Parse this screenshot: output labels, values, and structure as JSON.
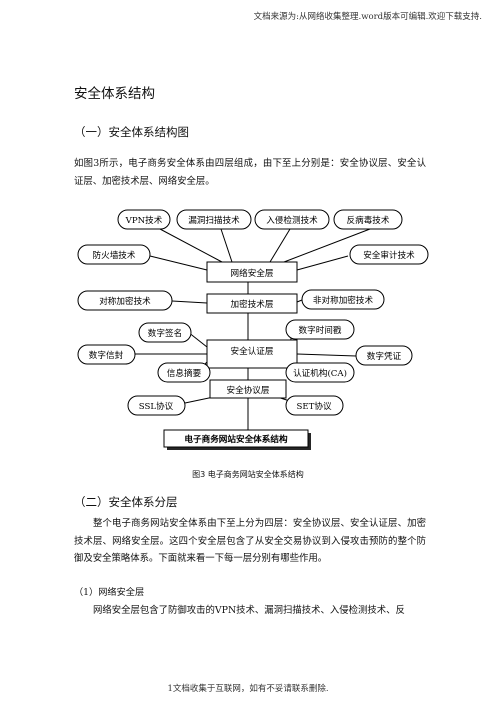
{
  "header_note": "文档来源为:从网络收集整理.word版本可编辑.欢迎下载支持.",
  "title": "安全体系结构",
  "section1": {
    "heading": "（一）安全体系结构图",
    "paragraph": "如图3所示，电子商务安全体系由四层组成，由下至上分别是：安全协议层、安全认证层、加密技术层、网络安全层。"
  },
  "diagram": {
    "top_row": [
      "VPN技术",
      "漏洞扫描技术",
      "入侵检测技术",
      "反病毒技术"
    ],
    "firewall": "防火墙技术",
    "audit": "安全审计技术",
    "network_layer": "网络安全层",
    "symmetric": "对称加密技术",
    "encryption_layer": "加密技术层",
    "asymmetric": "非对称加密技术",
    "digital_signature": "数字签名",
    "digital_timestamp": "数字时间戳",
    "digital_envelope": "数字信封",
    "auth_layer": "安全认证层",
    "digital_certificate": "数字凭证",
    "message_digest": "信息摘要",
    "ca": "认证机构(CA)",
    "protocol_layer": "安全协议层",
    "ssl": "SSL协议",
    "set": "SET协议",
    "base": "电子商务网站安全体系结构"
  },
  "figure_caption": "图3   电子商务网站安全体系结构",
  "section2": {
    "heading": "（二）安全体系分层",
    "paragraph": "整个电子商务网站安全体系由下至上分为四层：安全协议层、安全认证层、加密技术层、网络安全层。这四个安全层包含了从安全交易协议到入侵攻击预防的整个防御及安全策略体系。下面就来看一下每一层分别有哪些作用。",
    "item": "（1）网络安全层",
    "item_paragraph": "网络安全层包含了防御攻击的VPN技术、漏洞扫描技术、入侵检测技术、反"
  },
  "footer_note": "1文档收集于互联网，如有不妥请联系删除."
}
